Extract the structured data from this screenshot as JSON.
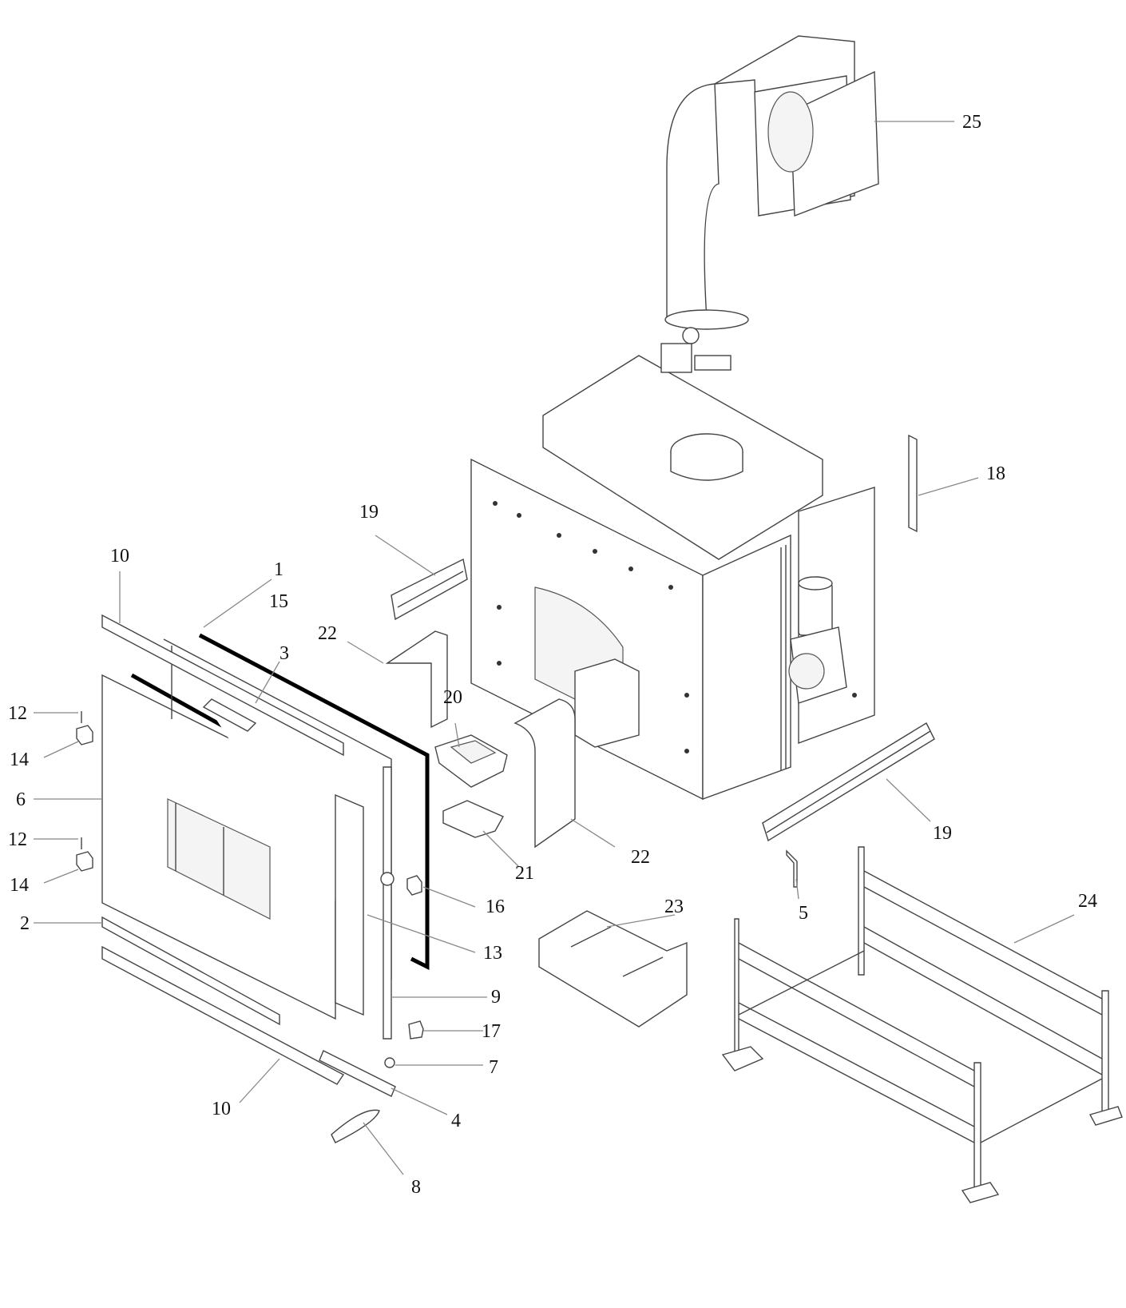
{
  "callouts": {
    "c1": "1",
    "c2": "2",
    "c3": "3",
    "c4": "4",
    "c5": "5",
    "c6": "6",
    "c7": "7",
    "c8": "8",
    "c9": "9",
    "c10a": "10",
    "c10b": "10",
    "c12a": "12",
    "c12b": "12",
    "c13": "13",
    "c14a": "14",
    "c14b": "14",
    "c15": "15",
    "c16": "16",
    "c17": "17",
    "c18": "18",
    "c19a": "19",
    "c19b": "19",
    "c20": "20",
    "c21": "21",
    "c22a": "22",
    "c22b": "22",
    "c23": "23",
    "c24": "24",
    "c25": "25"
  }
}
